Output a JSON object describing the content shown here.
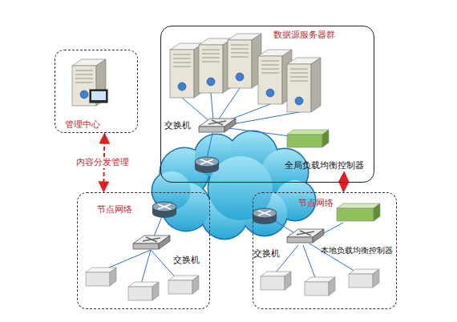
{
  "diagram": {
    "nodes": [
      {
        "text": [
          "管理中心"
        ]
      },
      {
        "text": [
          "数据源服务器群"
        ]
      },
      {
        "text": [
          "交换机"
        ],
        "in": 1
      },
      {
        "text": [
          "全局负载均衡控制器"
        ],
        "in": 1
      },
      {
        "text": [
          "节点网络"
        ]
      },
      {
        "text": [
          "交换机"
        ],
        "in": 4
      },
      {
        "text": [
          "节点网络"
        ]
      },
      {
        "text": [
          "交换机"
        ],
        "in": 6
      },
      {
        "text": [
          "本地负载均衡控制器"
        ],
        "in": 6
      }
    ],
    "edges": [
      {
        "from": 0,
        "to": 4,
        "arrow": "both",
        "label": "内容分发管理"
      },
      {
        "from": 3,
        "to": 6,
        "arrow": "both"
      }
    ]
  }
}
